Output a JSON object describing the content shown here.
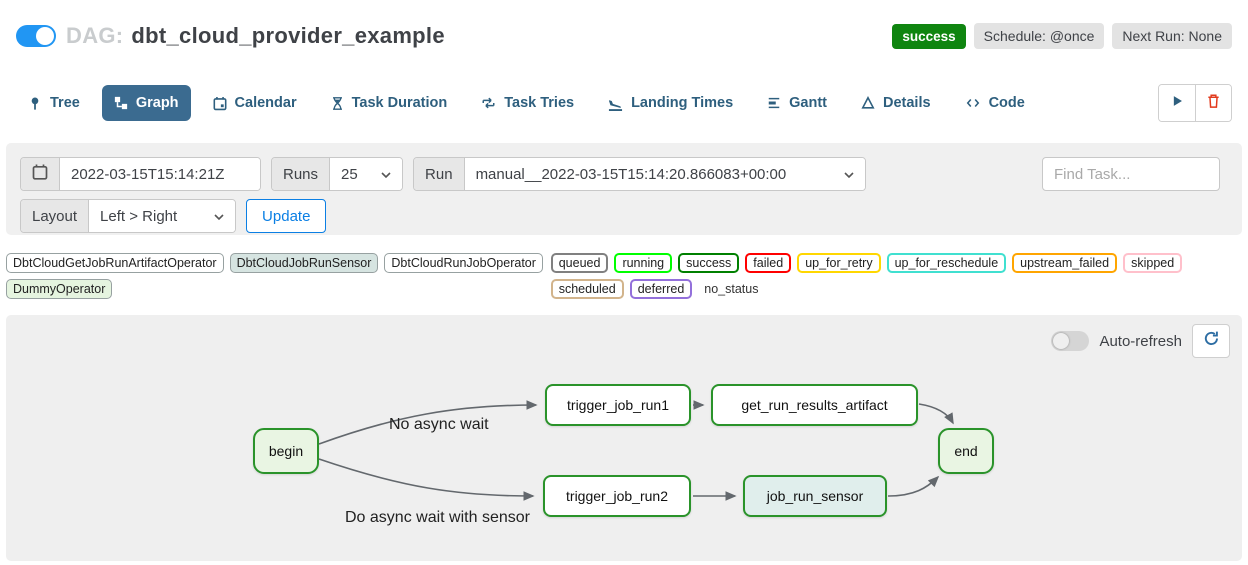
{
  "header": {
    "dag_prefix": "DAG:",
    "dag_title": "dbt_cloud_provider_example",
    "status_badge": "success",
    "schedule_badge": "Schedule: @once",
    "next_run_badge": "Next Run: None",
    "pause_toggle_on": true
  },
  "tabs": [
    {
      "label": "Tree",
      "icon": "map-pin-icon",
      "active": false
    },
    {
      "label": "Graph",
      "icon": "sitemap-icon",
      "active": true
    },
    {
      "label": "Calendar",
      "icon": "calendar-icon",
      "active": false
    },
    {
      "label": "Task Duration",
      "icon": "hourglass-icon",
      "active": false
    },
    {
      "label": "Task Tries",
      "icon": "repeat-icon",
      "active": false
    },
    {
      "label": "Landing Times",
      "icon": "plane-landing-icon",
      "active": false
    },
    {
      "label": "Gantt",
      "icon": "gantt-bars-icon",
      "active": false
    },
    {
      "label": "Details",
      "icon": "triangle-icon",
      "active": false
    },
    {
      "label": "Code",
      "icon": "code-icon",
      "active": false
    }
  ],
  "filters": {
    "date_value": "2022-03-15T15:14:21Z",
    "runs_label": "Runs",
    "runs_value": "25",
    "run_label": "Run",
    "run_value": "manual__2022-03-15T15:14:20.866083+00:00",
    "find_task_placeholder": "Find Task...",
    "layout_label": "Layout",
    "layout_value": "Left > Right",
    "update_label": "Update"
  },
  "legend": {
    "operators": [
      {
        "label": "DbtCloudGetJobRunArtifactOperator",
        "fill": "#ffffff"
      },
      {
        "label": "DbtCloudJobRunSensor",
        "fill": "#d6e4e1"
      },
      {
        "label": "DbtCloudRunJobOperator",
        "fill": "#ffffff"
      },
      {
        "label": "DummyOperator",
        "fill": "#e5f4df"
      }
    ],
    "states": [
      {
        "label": "queued",
        "color": "#808080"
      },
      {
        "label": "running",
        "color": "#00ff00"
      },
      {
        "label": "success",
        "color": "#008000"
      },
      {
        "label": "failed",
        "color": "#ff0000"
      },
      {
        "label": "up_for_retry",
        "color": "#ffd700"
      },
      {
        "label": "up_for_reschedule",
        "color": "#40e0d0"
      },
      {
        "label": "upstream_failed",
        "color": "#ffa500"
      },
      {
        "label": "skipped",
        "color": "#ffc0cb"
      },
      {
        "label": "scheduled",
        "color": "#d2b48c"
      },
      {
        "label": "deferred",
        "color": "#9370db"
      },
      {
        "label": "no_status",
        "color": "transparent"
      }
    ]
  },
  "graph": {
    "auto_refresh_label": "Auto-refresh",
    "auto_refresh_on": false,
    "edge_labels": [
      "No async wait",
      "Do async wait with sensor"
    ],
    "nodes": [
      {
        "id": "begin",
        "fill": "#e9f5e3",
        "border": "#2a932a"
      },
      {
        "id": "trigger_job_run1",
        "fill": "#ffffff",
        "border": "#2a932a"
      },
      {
        "id": "get_run_results_artifact",
        "fill": "#ffffff",
        "border": "#2a932a"
      },
      {
        "id": "trigger_job_run2",
        "fill": "#ffffff",
        "border": "#2a932a"
      },
      {
        "id": "job_run_sensor",
        "fill": "#e0eeec",
        "border": "#2a932a"
      },
      {
        "id": "end",
        "fill": "#e9f5e3",
        "border": "#2a932a"
      }
    ]
  },
  "colors": {
    "accent_blue": "#0b7fe4",
    "tab_navy": "#2e5f7e",
    "tab_active_bg": "#3b6b90",
    "success_green": "#0f8510",
    "node_border_green": "#2a932a",
    "panel_gray": "#efefef",
    "edge_gray": "#63686d",
    "trash_red": "#e23a1d",
    "toggle_blue": "#2196f3"
  }
}
